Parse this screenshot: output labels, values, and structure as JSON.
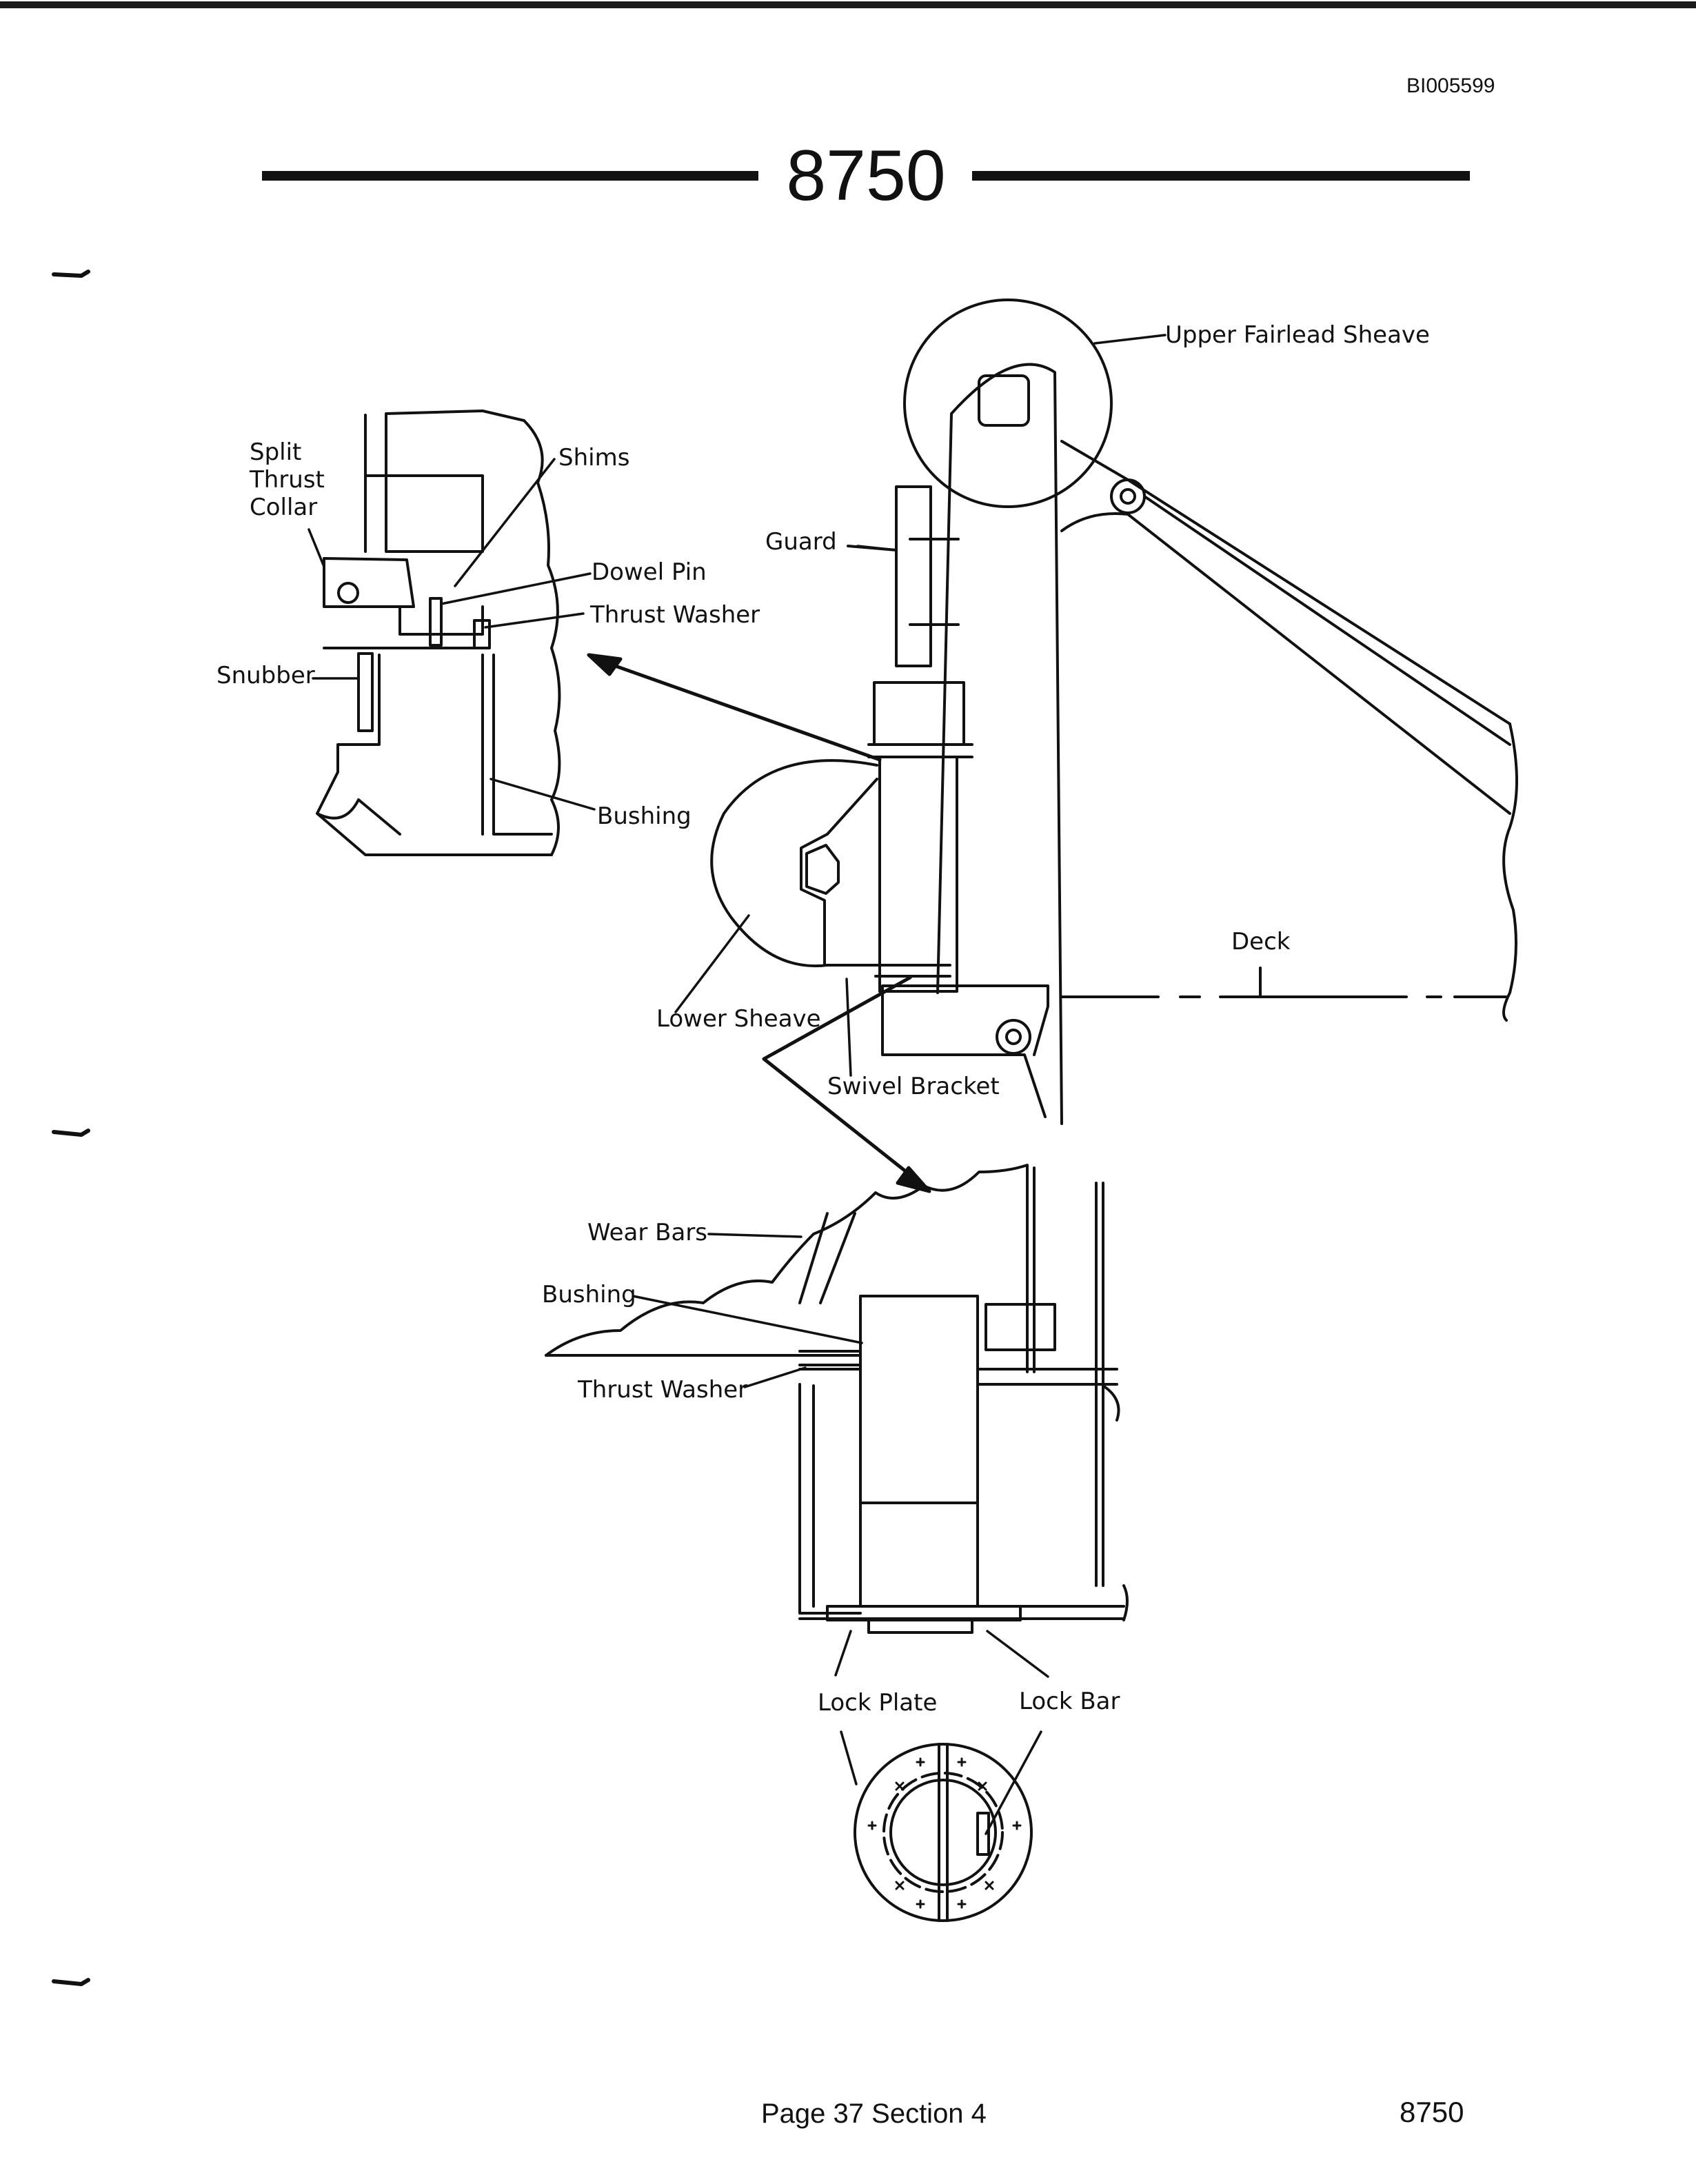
{
  "document_id": "BI005599",
  "title": "8750",
  "labels": {
    "upper_fairlead_sheave": "Upper Fairlead Sheave",
    "split_thrust_collar_line1": "Split",
    "split_thrust_collar_line2": "Thrust",
    "split_thrust_collar_line3": "Collar",
    "shims": "Shims",
    "dowel_pin": "Dowel Pin",
    "thrust_washer_upper": "Thrust Washer",
    "snubber": "Snubber",
    "guard": "Guard",
    "bushing_upper": "Bushing",
    "deck": "Deck",
    "lower_sheave": "Lower Sheave",
    "swivel_bracket": "Swivel Bracket",
    "wear_bars": "Wear Bars",
    "bushing_lower": "Bushing",
    "thrust_washer_lower": "Thrust Washer",
    "lock_plate": "Lock Plate",
    "lock_bar": "Lock Bar"
  },
  "footer": {
    "page_section": "Page 37 Section 4",
    "model": "8750"
  }
}
